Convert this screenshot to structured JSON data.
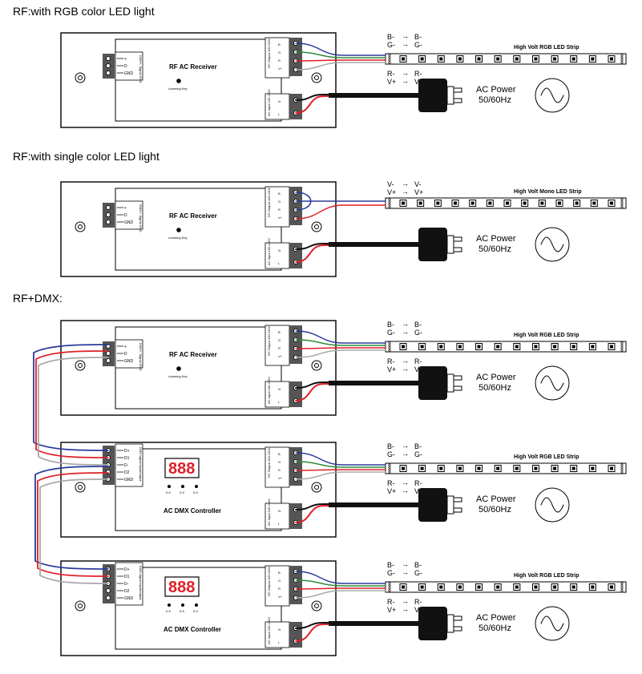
{
  "sections": [
    {
      "title": "RF:with RGB color LED light",
      "devices": [
        {
          "kind": "receiver",
          "name": "RF AC Receiver",
          "learning_key": "Learning Key",
          "left_terminals": [
            "+",
            "D",
            "GND"
          ],
          "left_vertical": "DMX+, Signal GND",
          "dc_output_label": "DC Output 100-240V",
          "dc_terminals": [
            "B",
            "G",
            "R",
            "V+"
          ],
          "ac_input_label": "AC Input 100-240V",
          "ac_terminals": [
            "N",
            "L"
          ],
          "strip": {
            "type": "rgb",
            "name": "High Volt RGB LED Strip",
            "mapping_top": [
              [
                "B-",
                "B-"
              ],
              [
                "G-",
                "G-"
              ]
            ],
            "mapping_bottom": [
              [
                "R-",
                "R-"
              ],
              [
                "V+",
                "V+"
              ]
            ]
          },
          "power": {
            "line1": "AC Power",
            "line2": "50/60Hz"
          }
        }
      ]
    },
    {
      "title": "RF:with single color LED light",
      "devices": [
        {
          "kind": "receiver",
          "name": "RF AC Receiver",
          "learning_key": "Learning Key",
          "left_terminals": [
            "+",
            "D",
            "GND"
          ],
          "left_vertical": "DMX+, Signal GND",
          "dc_output_label": "DC Output 100-240V",
          "dc_terminals": [
            "B",
            "G",
            "R",
            "V+"
          ],
          "ac_input_label": "AC Input 100-240V",
          "ac_terminals": [
            "N",
            "L"
          ],
          "strip": {
            "type": "mono",
            "name": "High Volt Mono LED Strip",
            "mapping_top": [
              [
                "V-",
                "V-"
              ],
              [
                "V+",
                "V+"
              ]
            ],
            "mapping_bottom": []
          },
          "power": {
            "line1": "AC Power",
            "line2": "50/60Hz"
          }
        }
      ]
    },
    {
      "title": "RF+DMX:",
      "devices": [
        {
          "kind": "receiver",
          "name": "RF AC Receiver",
          "learning_key": "Learning Key",
          "left_terminals": [
            "+",
            "D",
            "GND"
          ],
          "left_vertical": "DMX+, Signal GND",
          "dc_output_label": "DC Output 100-240V",
          "dc_terminals": [
            "B",
            "G",
            "R",
            "V+"
          ],
          "ac_input_label": "AC Input 100-240V",
          "ac_terminals": [
            "N",
            "L"
          ],
          "strip": {
            "type": "rgb",
            "name": "High Volt RGB LED Strip",
            "mapping_top": [
              [
                "B-",
                "B-"
              ],
              [
                "G-",
                "G-"
              ]
            ],
            "mapping_bottom": [
              [
                "R-",
                "R-"
              ],
              [
                "V+",
                "V+"
              ]
            ]
          },
          "power": {
            "line1": "AC Power",
            "line2": "50/60Hz"
          }
        },
        {
          "kind": "dmx",
          "name": "AC DMX Controller",
          "display": "888",
          "dip_labels": [
            "0-9",
            "0-9",
            "0-9"
          ],
          "left_terminals": [
            "D+",
            "D1",
            "D-",
            "D2",
            "GND"
          ],
          "left_vertical": "DMX signal input/output",
          "dc_output_label": "DC Output 100-240V",
          "dc_terminals": [
            "B",
            "G",
            "R",
            "V+"
          ],
          "ac_input_label": "AC Input 100-240V",
          "ac_terminals": [
            "N",
            "L"
          ],
          "strip": {
            "type": "rgb",
            "name": "High Volt RGB LED Strip",
            "mapping_top": [
              [
                "B-",
                "B-"
              ],
              [
                "G-",
                "G-"
              ]
            ],
            "mapping_bottom": [
              [
                "R-",
                "R-"
              ],
              [
                "V+",
                "V+"
              ]
            ]
          },
          "power": {
            "line1": "AC Power",
            "line2": "50/60Hz"
          }
        },
        {
          "kind": "dmx",
          "name": "AC DMX Controller",
          "display": "888",
          "dip_labels": [
            "0-9",
            "0-9",
            "0-9"
          ],
          "left_terminals": [
            "D+",
            "D1",
            "D-",
            "D2",
            "GND"
          ],
          "left_vertical": "DMX signal input/output",
          "dc_output_label": "DC Output 100-240V",
          "dc_terminals": [
            "B",
            "G",
            "R",
            "V+"
          ],
          "ac_input_label": "AC Input 100-240V",
          "ac_terminals": [
            "N",
            "L"
          ],
          "strip": {
            "type": "rgb",
            "name": "High Volt RGB LED Strip",
            "mapping_top": [
              [
                "B-",
                "B-"
              ],
              [
                "G-",
                "G-"
              ]
            ],
            "mapping_bottom": [
              [
                "R-",
                "R-"
              ],
              [
                "V+",
                "V+"
              ]
            ]
          },
          "power": {
            "line1": "AC Power",
            "line2": "50/60Hz"
          }
        }
      ]
    }
  ],
  "wire_colors": {
    "blue": "#2a3a9a",
    "green": "#2e8b3a",
    "red": "#e0202a",
    "grey": "#a8a8a8",
    "black": "#111111"
  }
}
